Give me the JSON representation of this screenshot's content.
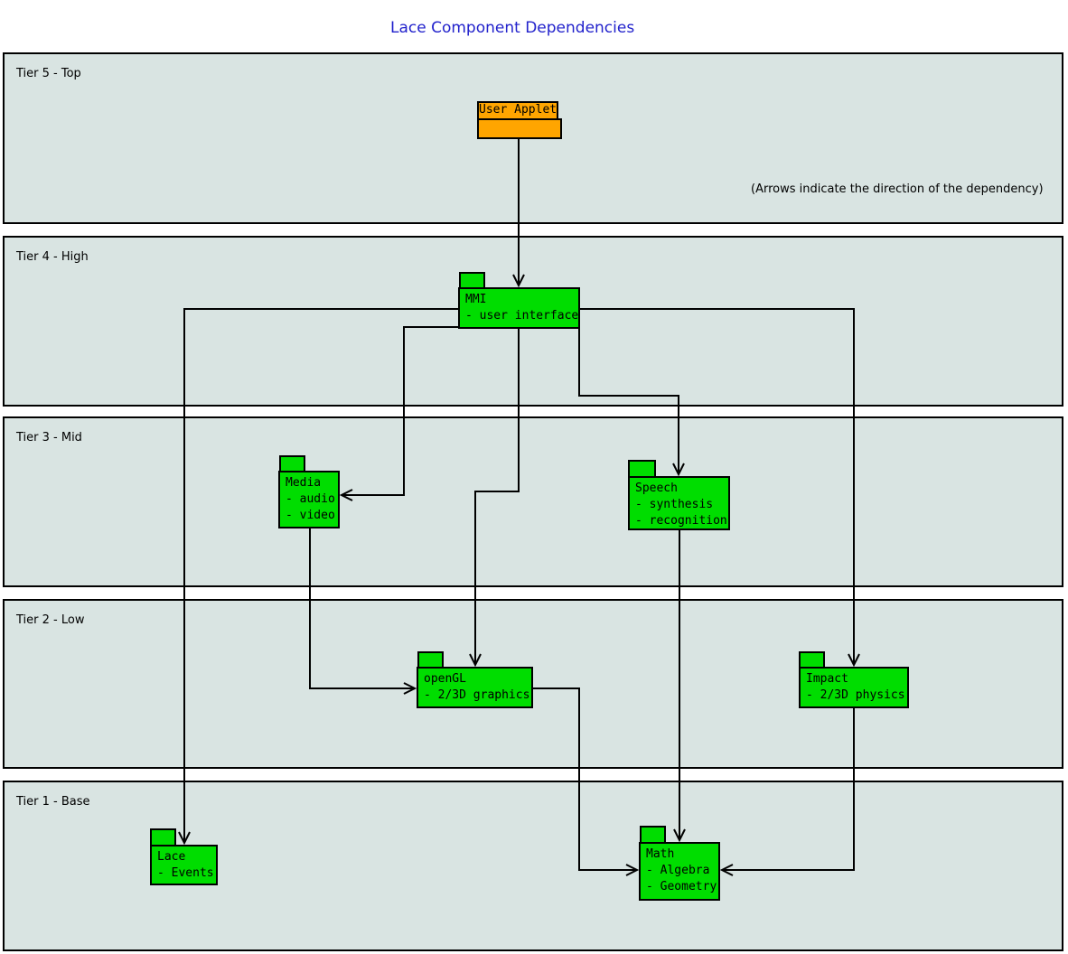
{
  "title": "Lace Component Dependencies",
  "note": "(Arrows indicate the direction of the dependency)",
  "tiers": [
    {
      "label": "Tier 5 - Top"
    },
    {
      "label": "Tier 4 - High"
    },
    {
      "label": "Tier 3 - Mid"
    },
    {
      "label": "Tier 2 - Low"
    },
    {
      "label": "Tier 1 - Base"
    }
  ],
  "packages": {
    "user_applet": {
      "name": "User Applet",
      "tier": "Tier 5 - Top",
      "details": []
    },
    "mmi": {
      "name": "MMI",
      "tier": "Tier 4 - High",
      "details": [
        "- user interface"
      ]
    },
    "media": {
      "name": "Media",
      "tier": "Tier 3 - Mid",
      "details": [
        "- audio",
        "- video"
      ]
    },
    "speech": {
      "name": "Speech",
      "tier": "Tier 3 - Mid",
      "details": [
        "- synthesis",
        "- recognition"
      ]
    },
    "opengl": {
      "name": "openGL",
      "tier": "Tier 2 - Low",
      "details": [
        "- 2/3D graphics"
      ]
    },
    "impact": {
      "name": "Impact",
      "tier": "Tier 2 - Low",
      "details": [
        "- 2/3D physics"
      ]
    },
    "lace": {
      "name": "Lace",
      "tier": "Tier 1 - Base",
      "details": [
        "- Events"
      ]
    },
    "math": {
      "name": "Math",
      "tier": "Tier 1 - Base",
      "details": [
        "- Algebra",
        "- Geometry"
      ]
    }
  },
  "edges": [
    {
      "from": "User Applet",
      "to": "MMI"
    },
    {
      "from": "MMI",
      "to": "Lace"
    },
    {
      "from": "MMI",
      "to": "Media"
    },
    {
      "from": "MMI",
      "to": "Speech"
    },
    {
      "from": "MMI",
      "to": "openGL"
    },
    {
      "from": "MMI",
      "to": "Impact"
    },
    {
      "from": "Media",
      "to": "openGL"
    },
    {
      "from": "Speech",
      "to": "Math"
    },
    {
      "from": "openGL",
      "to": "Math"
    },
    {
      "from": "Impact",
      "to": "Math"
    }
  ],
  "colors": {
    "package_fill": "#00dd00",
    "applet_fill": "#ffa500",
    "tier_fill": "#d9e4e2",
    "title_blue": "#2222cc",
    "line_black": "#000000"
  }
}
